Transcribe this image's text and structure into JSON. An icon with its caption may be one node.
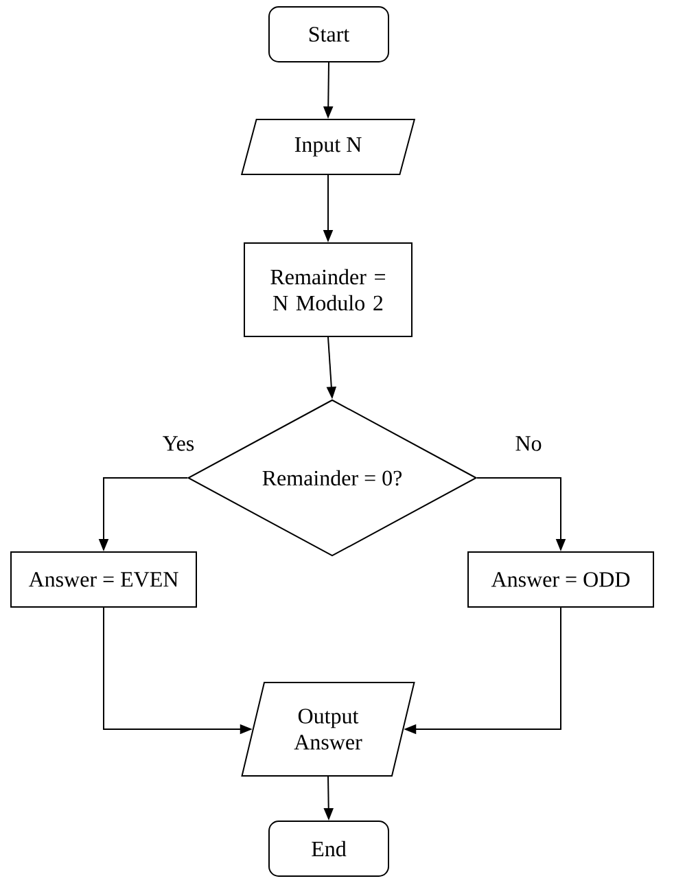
{
  "diagram": {
    "nodes": [
      {
        "text": [
          "Start"
        ]
      },
      {
        "text": [
          "Input N"
        ]
      },
      {
        "text": [
          "Remainder = N Modulo 2"
        ]
      },
      {
        "text": [
          "Remainder = 0?"
        ]
      },
      {
        "text": [
          "Answer = EVEN"
        ]
      },
      {
        "text": [
          "Answer = ODD"
        ]
      },
      {
        "text": [
          "Output Answer"
        ]
      },
      {
        "text": [
          "End"
        ]
      }
    ],
    "edges": [
      {
        "from": 0,
        "to": 1,
        "arrow": "to"
      },
      {
        "from": 1,
        "to": 2,
        "arrow": "to"
      },
      {
        "from": 2,
        "to": 3,
        "arrow": "to"
      },
      {
        "from": 3,
        "to": 4,
        "arrow": "to",
        "label": "Yes"
      },
      {
        "from": 3,
        "to": 5,
        "arrow": "to",
        "label": "No"
      },
      {
        "from": 4,
        "to": 6,
        "arrow": "to"
      },
      {
        "from": 5,
        "to": 6,
        "arrow": "to"
      },
      {
        "from": 6,
        "to": 7,
        "arrow": "to"
      }
    ]
  }
}
